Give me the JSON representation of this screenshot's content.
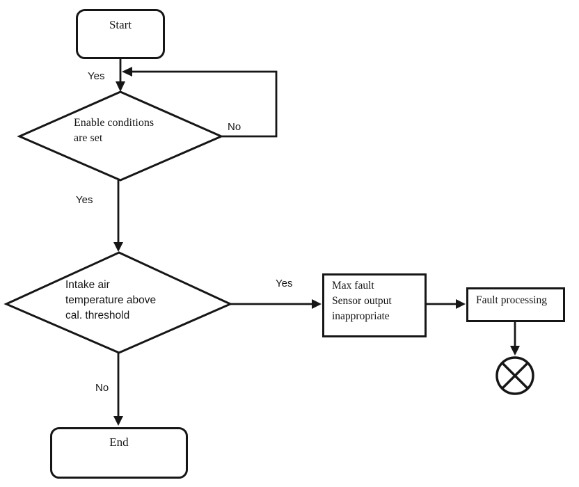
{
  "nodes": {
    "start": {
      "label": "Start",
      "type": "terminator"
    },
    "enable_conditions": {
      "type": "decision",
      "lines": [
        "Enable conditions",
        "are set"
      ]
    },
    "intake_air": {
      "type": "decision",
      "lines": [
        "Intake air",
        "temperature above",
        "cal. threshold"
      ]
    },
    "max_fault": {
      "type": "process",
      "lines": [
        "Max fault",
        "Sensor output",
        "inappropriate"
      ]
    },
    "fault_processing": {
      "type": "process",
      "label": "Fault processing"
    },
    "end": {
      "label": "End",
      "type": "terminator"
    }
  },
  "labels": {
    "top_yes": "Yes",
    "enable_no": "No",
    "enable_yes": "Yes",
    "intake_yes": "Yes",
    "intake_no": "No"
  },
  "colors": {
    "stroke": "#161616",
    "background": "#ffffff"
  }
}
